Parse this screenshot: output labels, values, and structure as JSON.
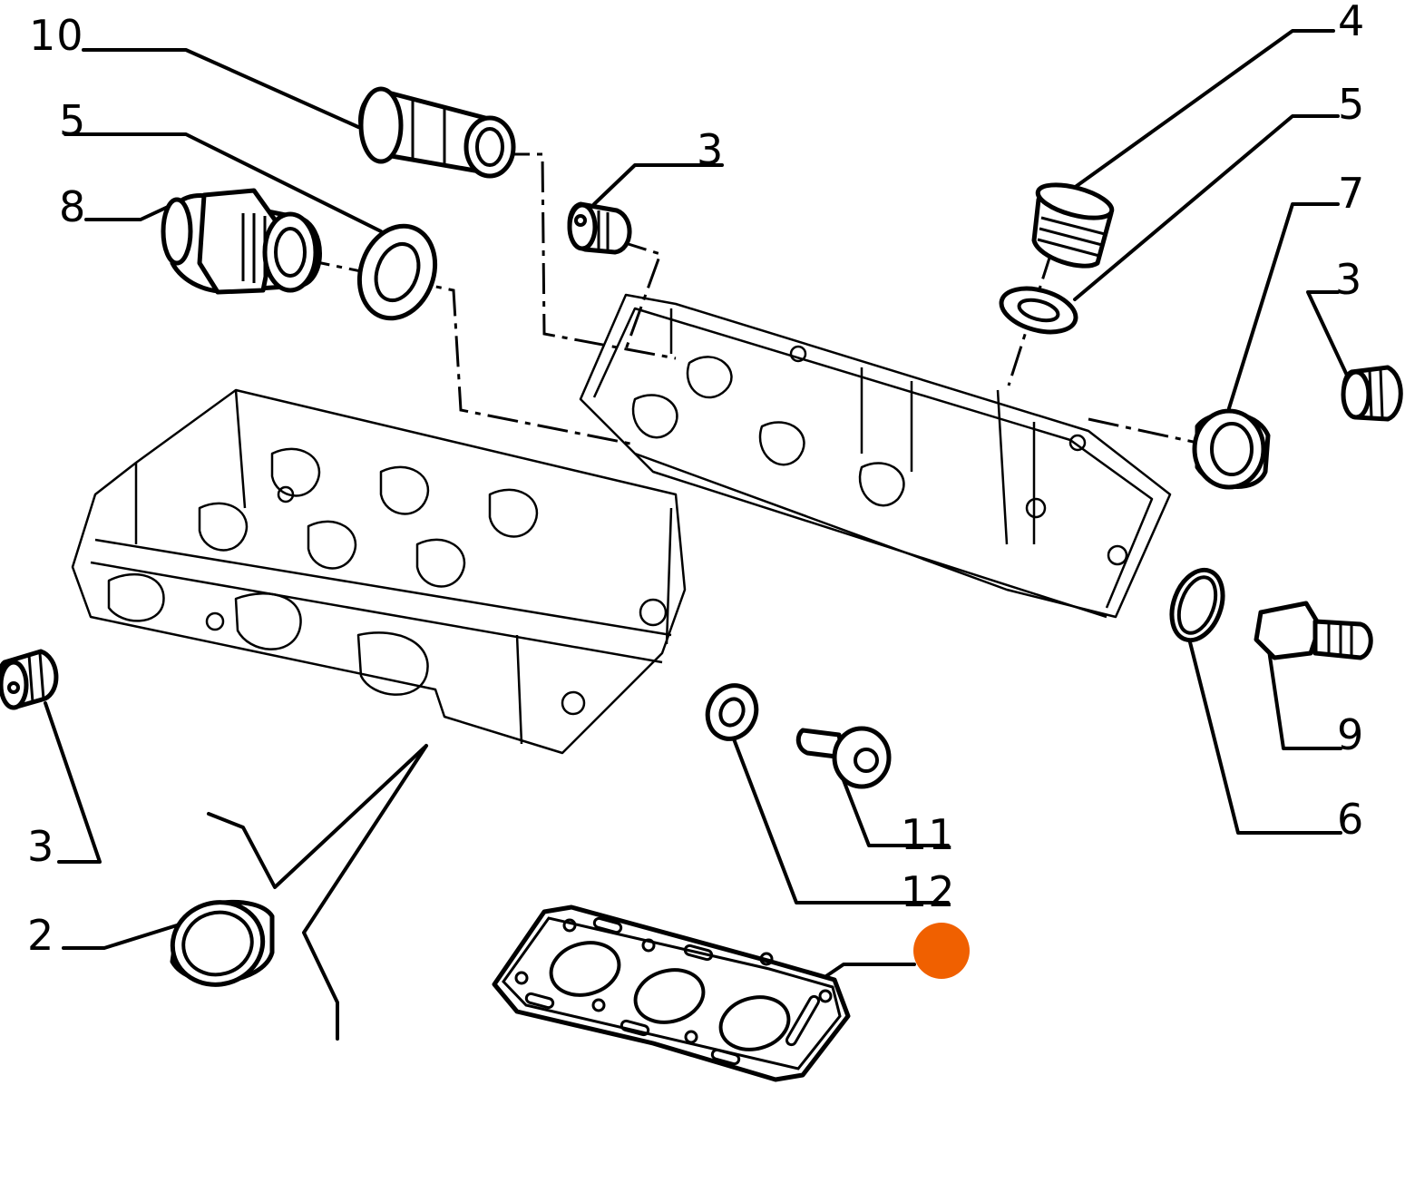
{
  "callouts": [
    {
      "id": "c10",
      "text": "10"
    },
    {
      "id": "c5a",
      "text": "5"
    },
    {
      "id": "c8",
      "text": "8"
    },
    {
      "id": "c3a",
      "text": "3"
    },
    {
      "id": "c4",
      "text": "4"
    },
    {
      "id": "c5b",
      "text": "5"
    },
    {
      "id": "c7",
      "text": "7"
    },
    {
      "id": "c3b",
      "text": "3"
    },
    {
      "id": "c9",
      "text": "9"
    },
    {
      "id": "c6",
      "text": "6"
    },
    {
      "id": "c11",
      "text": "11"
    },
    {
      "id": "c12",
      "text": "12"
    },
    {
      "id": "c3c",
      "text": "3"
    },
    {
      "id": "c2",
      "text": "2"
    }
  ],
  "highlight_marker": {
    "color": "#F06000",
    "part": "cylinder-head-gasket"
  },
  "colors": {
    "line": "#000000",
    "background": "#ffffff"
  }
}
